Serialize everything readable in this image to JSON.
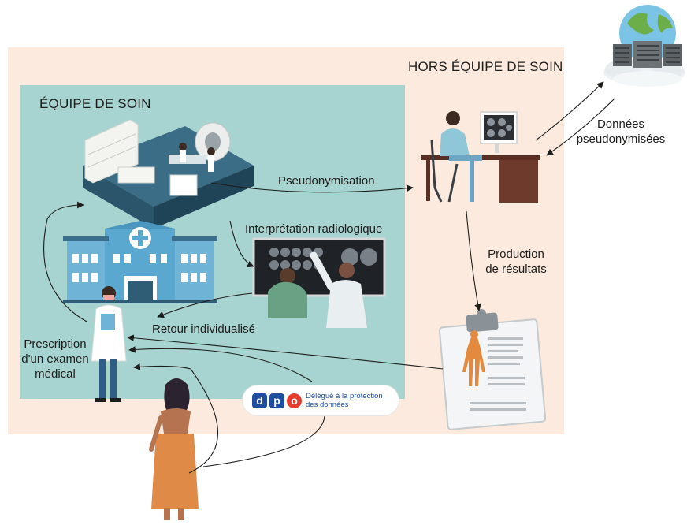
{
  "zones": {
    "outer_label": "HORS ÉQUIPE DE SOIN",
    "inner_label": "ÉQUIPE DE SOIN"
  },
  "steps": {
    "pseudonymisation": "Pseudonymisation",
    "interpretation": "Interprétation radiologique",
    "retour": "Retour individualisé",
    "production_line1": "Production",
    "production_line2": "de résultats",
    "donnees_line1": "Données",
    "donnees_line2": "pseudonymisées",
    "prescription_line1": "Prescription",
    "prescription_line2": "d'un examen",
    "prescription_line3": "médical"
  },
  "dpo": {
    "letters": [
      "d",
      "p",
      "o"
    ],
    "line1": "Délégué à la protection",
    "line2": "des données"
  },
  "colors": {
    "outer_zone": "#fbeadd",
    "inner_zone": "#a7d3d1",
    "dpo_blue": "#1f4ea0",
    "dpo_red": "#e63b2e",
    "hospital_blue": "#5aa7cf"
  }
}
